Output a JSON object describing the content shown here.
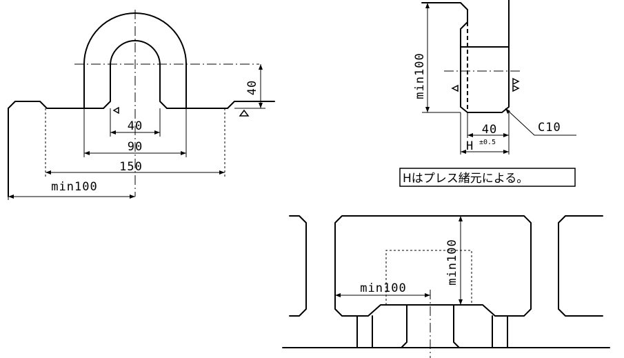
{
  "view_left": {
    "dim_40_v": "40",
    "dim_40_h": "40",
    "dim_90": "90",
    "dim_150": "150",
    "dim_min100": "min100"
  },
  "view_right_top": {
    "dim_min100_v": "min100",
    "dim_40": "40",
    "chamfer": "C10",
    "h_label": "H",
    "h_tol": "±0.5",
    "note": "Hはプレス緒元による。"
  },
  "view_bottom": {
    "dim_min100_h": "min100",
    "dim_min100_v": "min100"
  }
}
